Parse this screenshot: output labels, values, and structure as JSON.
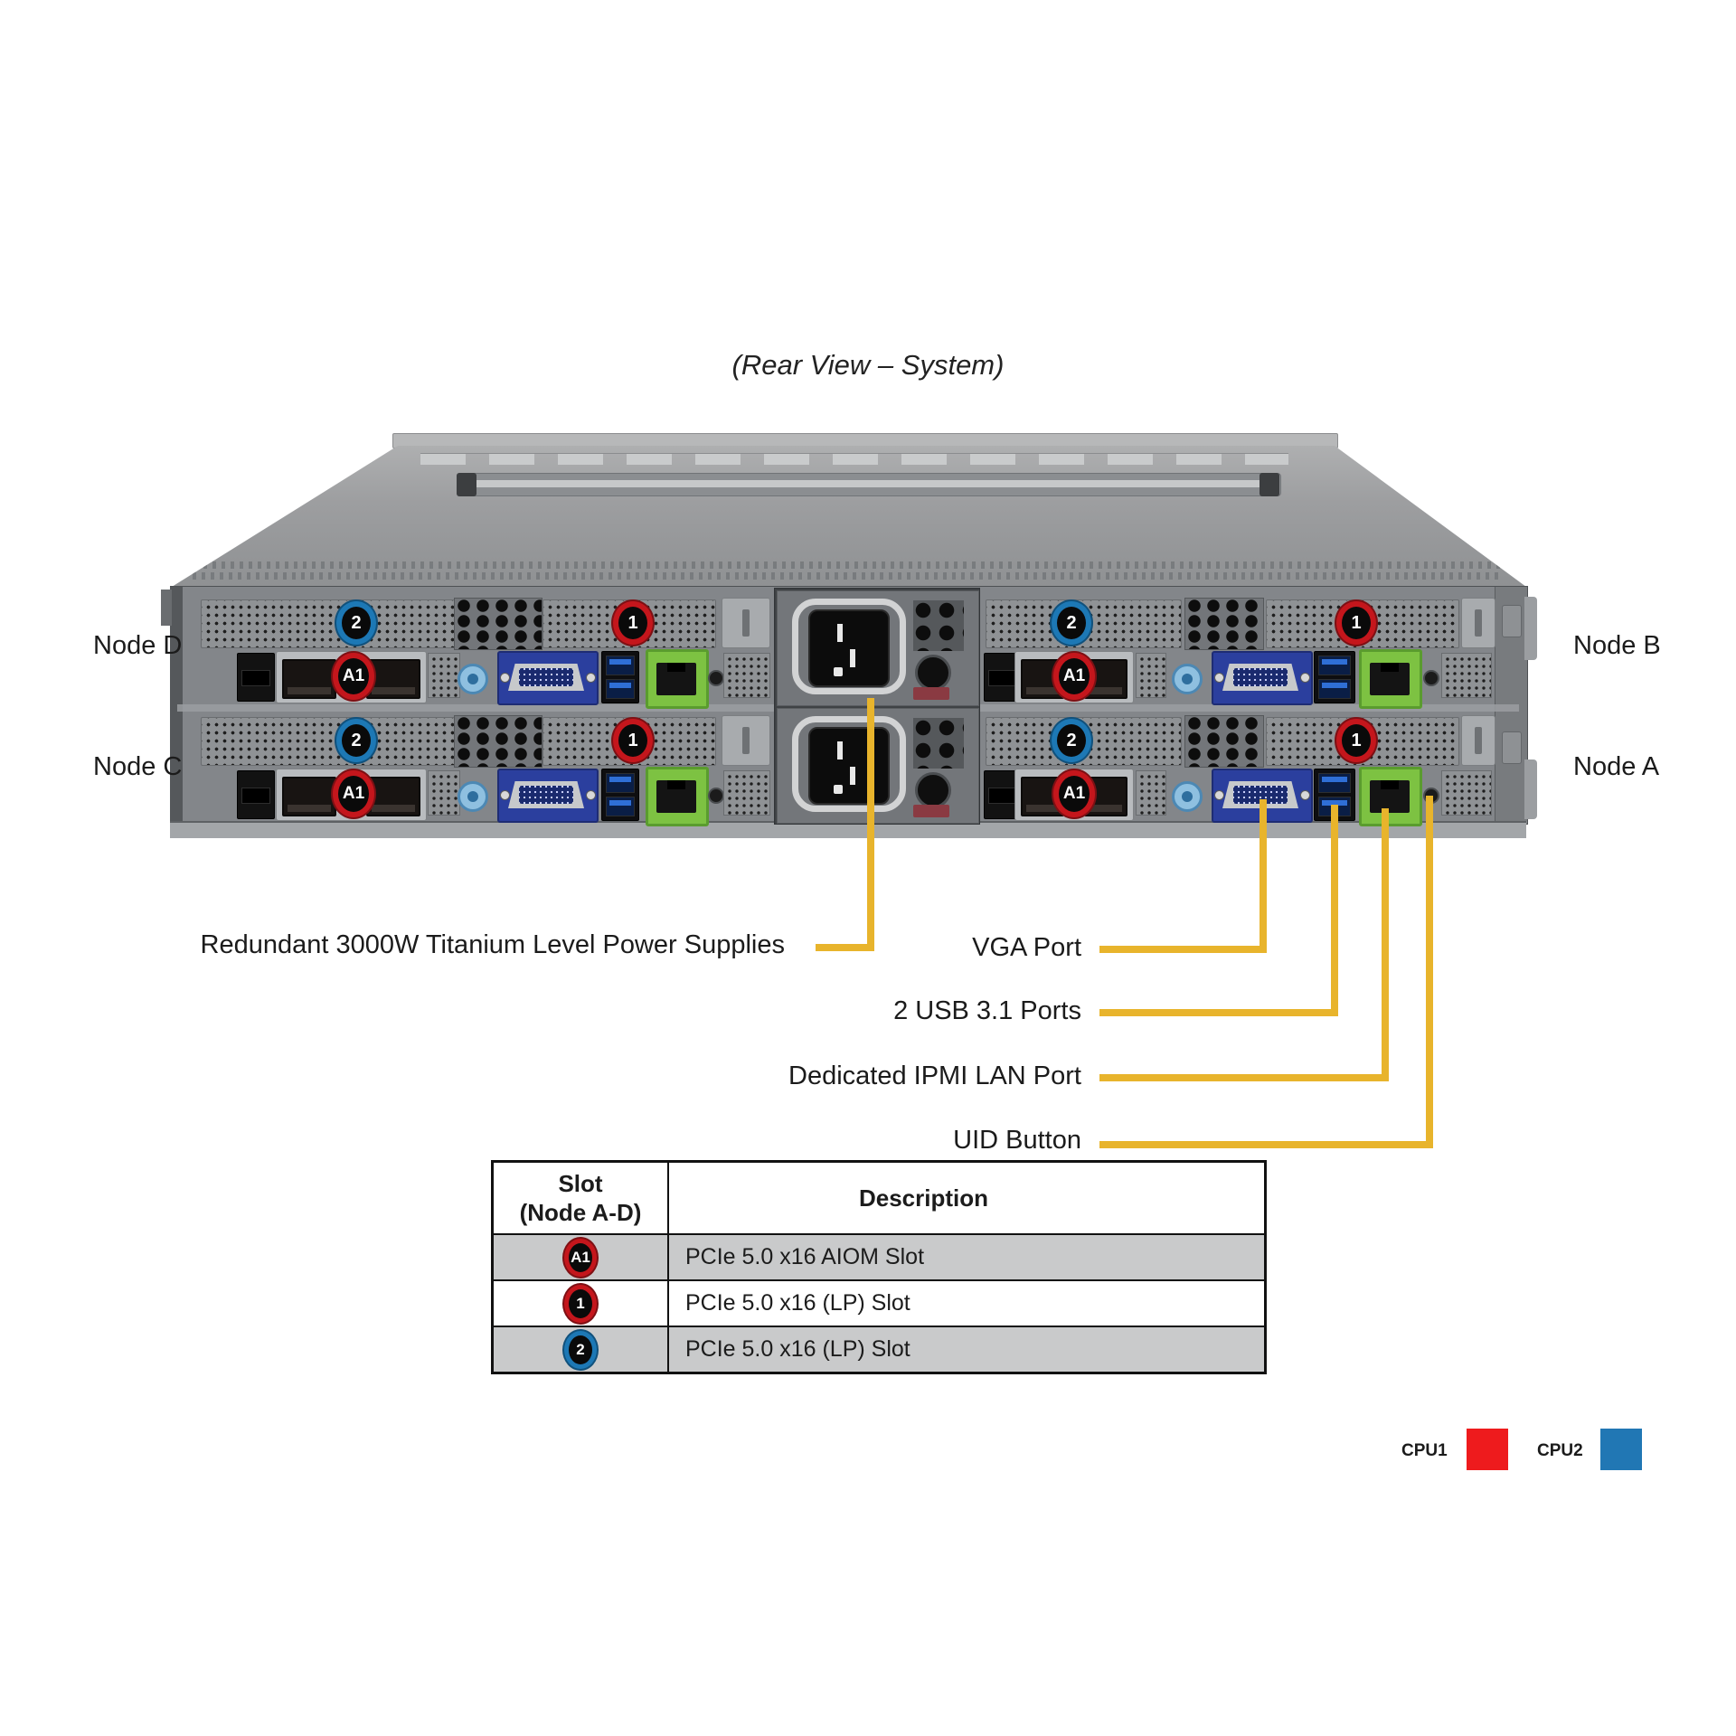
{
  "title": "(Rear View – System)",
  "node_labels": {
    "d": "Node D",
    "c": "Node C",
    "b": "Node B",
    "a": "Node A"
  },
  "slot_badges": {
    "slot2": "2",
    "slot1": "1",
    "slotA1": "A1"
  },
  "callouts": {
    "psu": "Redundant 3000W Titanium Level Power Supplies",
    "vga": "VGA Port",
    "usb": "2 USB 3.1 Ports",
    "ipmi": "Dedicated IPMI LAN Port",
    "uid": "UID Button"
  },
  "table": {
    "header": {
      "slot_line1": "Slot",
      "slot_line2": "(Node A-D)",
      "description": "Description"
    },
    "rows": [
      {
        "badge": "A1",
        "badge_color": "red",
        "description": "PCIe 5.0 x16 AIOM Slot"
      },
      {
        "badge": "1",
        "badge_color": "red",
        "description": "PCIe 5.0 x16 (LP) Slot"
      },
      {
        "badge": "2",
        "badge_color": "blue",
        "description": "PCIe 5.0 x16 (LP) Slot"
      }
    ]
  },
  "legend": {
    "cpu1": {
      "label": "CPU1",
      "color": "#ee1b1d"
    },
    "cpu2": {
      "label": "CPU2",
      "color": "#2177b4"
    }
  },
  "colors": {
    "callout_line": "#e8b42c",
    "badge_red": "#c4161c",
    "badge_blue": "#1d78b5",
    "lan_green": "#7dc242",
    "vga_blue": "#2b3f9e"
  }
}
